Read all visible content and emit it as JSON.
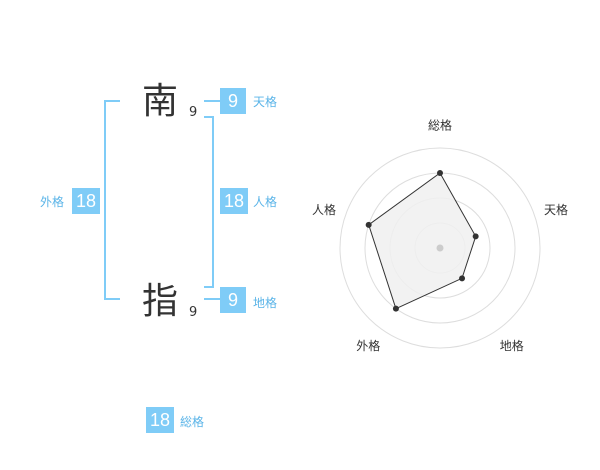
{
  "name": {
    "chars": [
      {
        "char": "南",
        "strokes": "9"
      },
      {
        "char": "指",
        "strokes": "9"
      }
    ]
  },
  "kakusu": {
    "tenkaku": {
      "label": "天格",
      "value": "9"
    },
    "jinkaku": {
      "label": "人格",
      "value": "18"
    },
    "chikaku": {
      "label": "地格",
      "value": "9"
    },
    "gaikaku": {
      "label": "外格",
      "value": "18"
    },
    "soukaku": {
      "label": "総格",
      "value": "18"
    }
  },
  "colors": {
    "accent": "#7fccf7",
    "label": "#5ab4e8",
    "text": "#333333"
  },
  "chart_data": {
    "type": "radar",
    "axes": [
      "総格",
      "天格",
      "地格",
      "外格",
      "人格"
    ],
    "values": [
      18,
      9,
      9,
      18,
      18
    ],
    "rmax": 24,
    "rings": 4
  }
}
